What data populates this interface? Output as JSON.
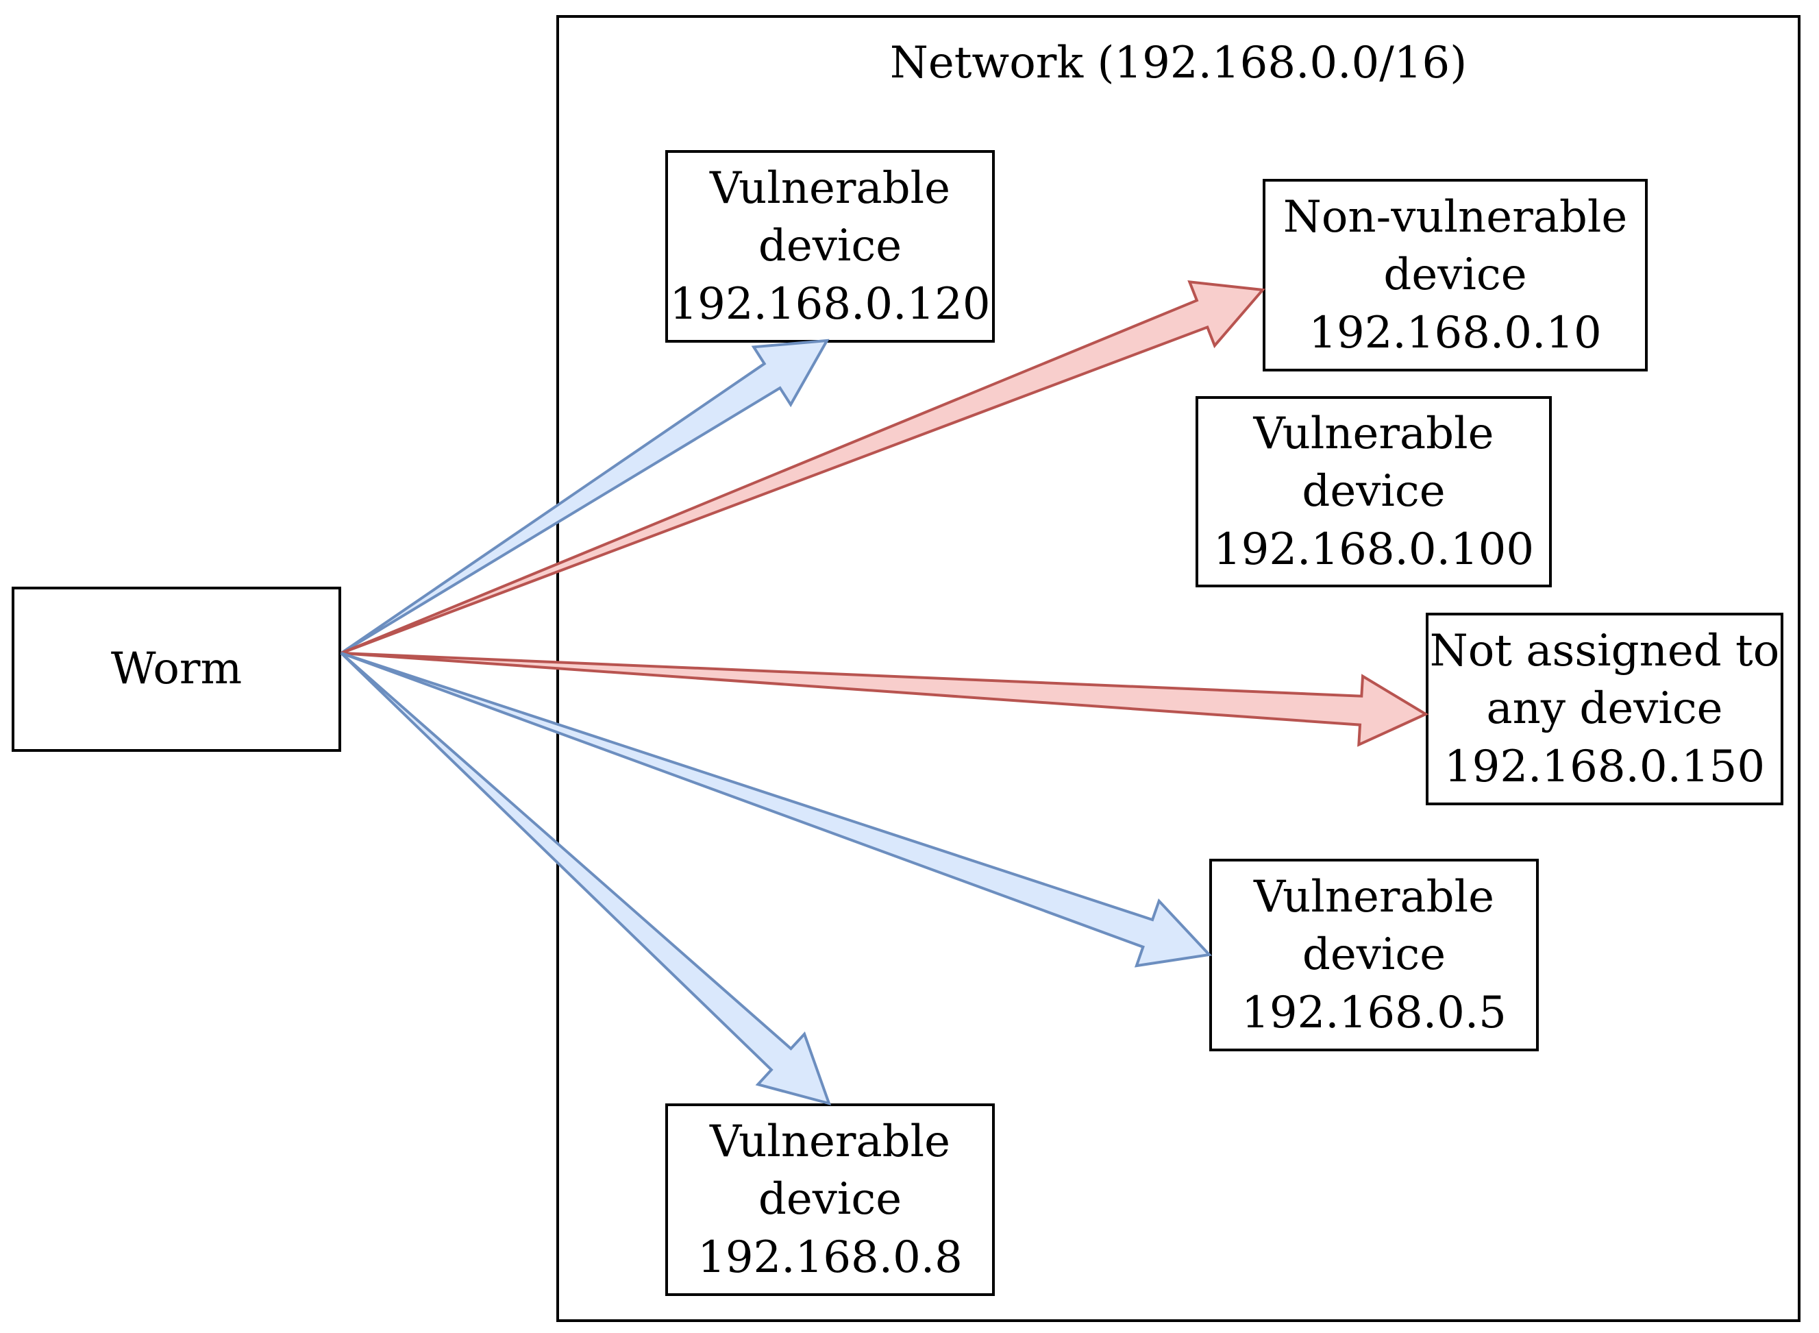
{
  "network": {
    "title": "Network (192.168.0.0/16)"
  },
  "worm": {
    "label": "Worm"
  },
  "devices": [
    {
      "id": "dev-120",
      "lines": [
        "Vulnerable",
        "device",
        "192.168.0.120"
      ]
    },
    {
      "id": "dev-10",
      "lines": [
        "Non-vulnerable",
        "device",
        "192.168.0.10"
      ]
    },
    {
      "id": "dev-100",
      "lines": [
        "Vulnerable",
        "device",
        "192.168.0.100"
      ]
    },
    {
      "id": "dev-150",
      "lines": [
        "Not assigned to",
        "any device",
        "192.168.0.150"
      ]
    },
    {
      "id": "dev-5",
      "lines": [
        "Vulnerable",
        "device",
        "192.168.0.5"
      ]
    },
    {
      "id": "dev-8",
      "lines": [
        "Vulnerable",
        "device",
        "192.168.0.8"
      ]
    }
  ],
  "edges": [
    {
      "from": "worm",
      "to": "dev-120",
      "status": "success"
    },
    {
      "from": "worm",
      "to": "dev-10",
      "status": "failure"
    },
    {
      "from": "worm",
      "to": "dev-150",
      "status": "failure"
    },
    {
      "from": "worm",
      "to": "dev-5",
      "status": "success"
    },
    {
      "from": "worm",
      "to": "dev-8",
      "status": "success"
    }
  ],
  "colors": {
    "success_fill": "#dae8fc",
    "success_stroke": "#6c8ebf",
    "failure_fill": "#f8cecc",
    "failure_stroke": "#b85450"
  }
}
